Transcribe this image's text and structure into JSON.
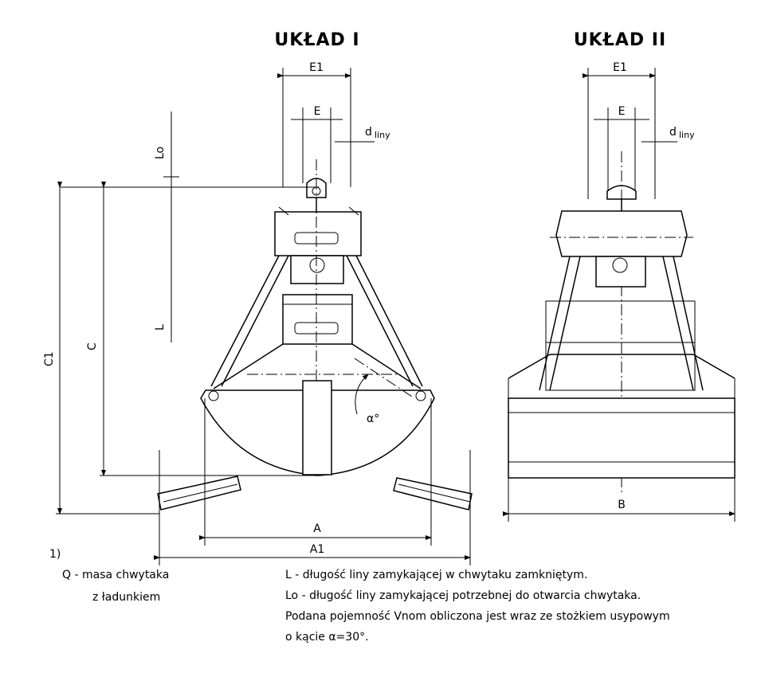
{
  "titles": {
    "layout1": "UKŁAD I",
    "layout2": "UKŁAD II"
  },
  "dimensions": {
    "E1": "E1",
    "E": "E",
    "d": "d",
    "d_sub": "liny",
    "Lo": "Lo",
    "L": "L",
    "C": "C",
    "C1": "C1",
    "A": "A",
    "A1": "A1",
    "B": "B",
    "alpha": "α°"
  },
  "notes": {
    "footnote": "1)",
    "q_line1": "Q - masa chwytaka",
    "q_line2": "z ładunkiem",
    "line1": "L - długość liny zamykającej w chwytaku zamkniętym.",
    "line2": "Lo - długość liny zamykającej potrzebnej do otwarcia chwytaka.",
    "line3": "Podana pojemność Vnom obliczona jest wraz ze stożkiem usypowym",
    "line4": "o kącie α=30°."
  }
}
